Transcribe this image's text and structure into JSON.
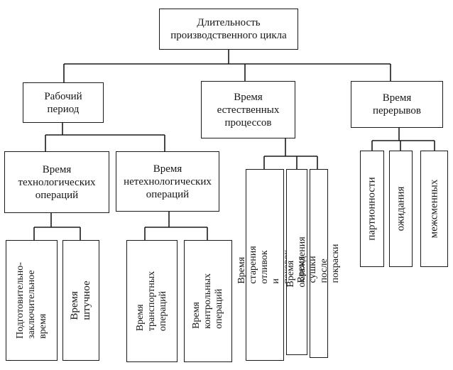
{
  "root": {
    "label": "Длительность\nпроизводственного цикла"
  },
  "level1": {
    "work_period": "Рабочий\nпериод",
    "natural_processes": "Время\nестественных\nпроцессов",
    "breaks": "Время\nперерывов"
  },
  "work_period": {
    "technological": "Время\nтехнологических\nопераций",
    "non_technological": "Время\nнетехнологических\nопераций"
  },
  "technological_ops": {
    "preparatory": "Подготовительно-\nзаключительное\nвремя",
    "piece": "Время штучное"
  },
  "non_technological_ops": {
    "transport": "Время\nтранспортных\nопераций",
    "control": "Время\nконтрольных\nопераций"
  },
  "natural_processes": {
    "aging": "Время старения отливок\nи поковок",
    "cooling": "Время охлаждения",
    "drying": "Время сушки после покраски"
  },
  "breaks": {
    "batching": "партионности",
    "waiting": "ожидания",
    "between_shifts": "межсменных"
  }
}
